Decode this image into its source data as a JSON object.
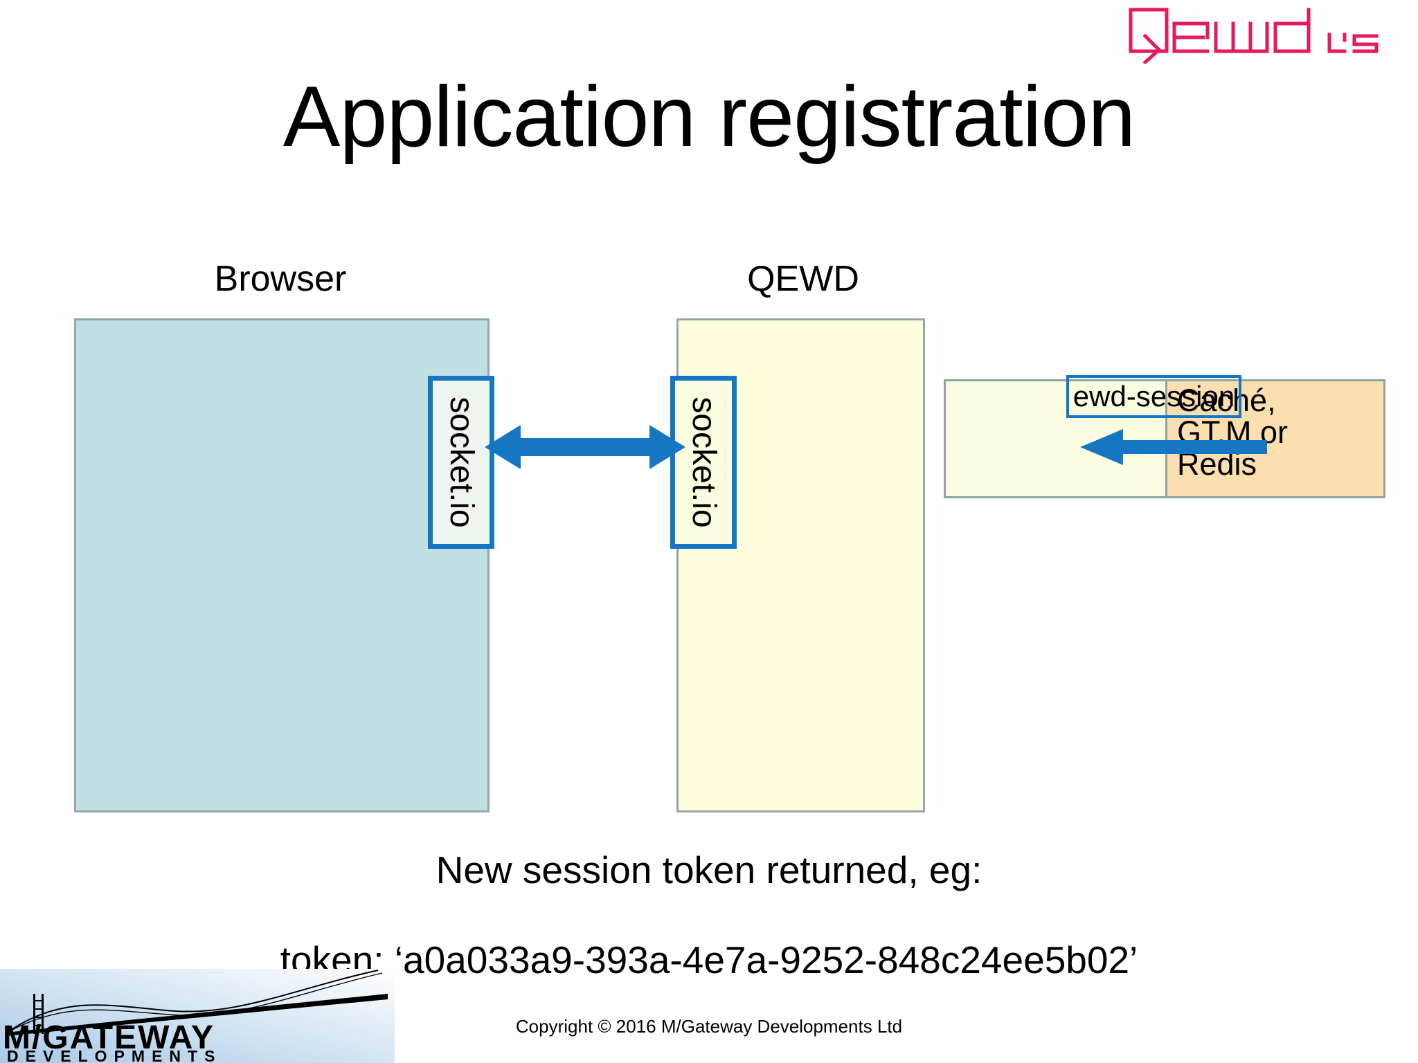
{
  "slide": {
    "title": "Application registration",
    "brand_logo": {
      "name": "qewd-js-logo",
      "wordmark": "Qewd",
      "suffix": "js",
      "color": "#e31b5d"
    }
  },
  "diagram": {
    "columns": [
      {
        "id": "browser",
        "label": "Browser",
        "fill": "#c0dfe2",
        "border": "#93a9a9"
      },
      {
        "id": "qewd",
        "label": "QEWD",
        "fill": "#fdfddd",
        "border": "#93a9a9"
      }
    ],
    "socket_boxes": [
      {
        "id": "browser-socket",
        "label": "socket.io",
        "border": "#1577c4"
      },
      {
        "id": "qewd-socket",
        "label": "socket.io",
        "border": "#1577c4"
      }
    ],
    "connector": {
      "id": "browser-qewd-link",
      "style": "double-headed-arrow",
      "color": "#1577c4"
    },
    "storage": {
      "session_label": "ewd-session",
      "database_label": "Caché,\nGT.M or\nRedis",
      "database_label_lines": [
        "Caché,",
        "GT.M or",
        "Redis"
      ],
      "cream_fill": "#fbfbe0",
      "orange_fill": "#fbdfae",
      "border": "#8fa5a5",
      "arrow": {
        "direction": "left",
        "color": "#1577c4"
      }
    }
  },
  "captions": {
    "line1": "New session token returned, eg:",
    "line2": "token: ‘a0a033a9-393a-4e7a-9252-848c24ee5b02’"
  },
  "footer": {
    "copyright": "Copyright © 2016 M/Gateway Developments Ltd",
    "company_logo": {
      "name": "mgateway-developments-logo",
      "primary": "M/GATEWAY",
      "secondary": "DEVELOPMENTS"
    }
  },
  "chart_data": {
    "type": "diagram",
    "title": "Application registration",
    "nodes": [
      {
        "id": "browser",
        "label": "Browser",
        "kind": "container",
        "fill": "#c0dfe2"
      },
      {
        "id": "browser-socket",
        "label": "socket.io",
        "kind": "port",
        "parent": "browser"
      },
      {
        "id": "qewd",
        "label": "QEWD",
        "kind": "container",
        "fill": "#fdfddd"
      },
      {
        "id": "qewd-socket",
        "label": "socket.io",
        "kind": "port",
        "parent": "qewd"
      },
      {
        "id": "session-store",
        "label": "ewd-session",
        "kind": "store"
      },
      {
        "id": "database",
        "label": "Caché, GT.M or Redis",
        "kind": "datastore",
        "fill": "#fbdfae"
      }
    ],
    "edges": [
      {
        "from": "browser-socket",
        "to": "qewd-socket",
        "direction": "bidirectional",
        "color": "#1577c4"
      },
      {
        "from": "database",
        "to": "session-store",
        "direction": "left",
        "color": "#1577c4"
      }
    ],
    "annotations": [
      "New session token returned, eg:",
      "token: ‘a0a033a9-393a-4e7a-9252-848c24ee5b02’"
    ]
  }
}
